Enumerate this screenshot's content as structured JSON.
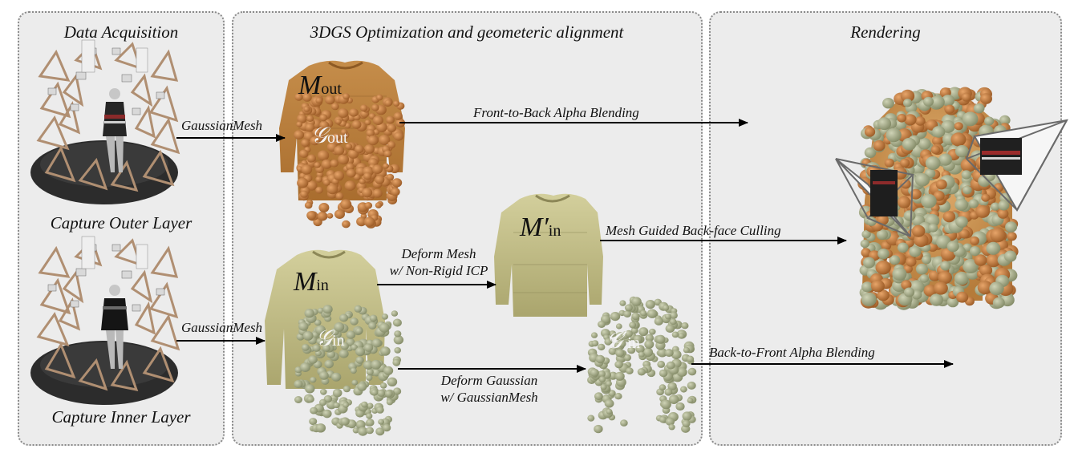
{
  "panels": {
    "acquisition": {
      "title": "Data Acquisition"
    },
    "optimization": {
      "title": "3DGS Optimization and geometeric alignment"
    },
    "rendering": {
      "title": "Rendering"
    }
  },
  "captures": {
    "outer_label": "Capture Outer Layer",
    "inner_label": "Capture Inner Layer"
  },
  "arrows": {
    "gaussian_mesh_top": "GaussianMesh",
    "gaussian_mesh_bottom": "GaussianMesh",
    "front_to_back": "Front-to-Back Alpha Blending",
    "deform_mesh_line1": "Deform Mesh",
    "deform_mesh_line2": "w/ Non-Rigid ICP",
    "backface_culling": "Mesh Guided Back-face Culling",
    "deform_gaussian_line1": "Deform Gaussian",
    "deform_gaussian_line2": "w/ GaussianMesh",
    "back_to_front": "Back-to-Front Alpha Blending"
  },
  "symbols": {
    "m_out": {
      "base": "M",
      "sub": "out"
    },
    "g_out": {
      "base": "𝒢",
      "sub": "out"
    },
    "m_in_prime": {
      "base": "M′",
      "sub": "in"
    },
    "m_in": {
      "base": "M",
      "sub": "in"
    },
    "g_in": {
      "base": "𝒢",
      "sub": "in"
    },
    "g_in_prime": {
      "base": "𝒢′",
      "sub": "in"
    }
  },
  "colors": {
    "panel_bg": "#ececec",
    "panel_border": "#8a8a8a",
    "outer_sweater": "#c48a45",
    "inner_sweater": "#c9c48e",
    "gaussian_orange": "#c7783a",
    "gaussian_green": "#a4ab88"
  }
}
